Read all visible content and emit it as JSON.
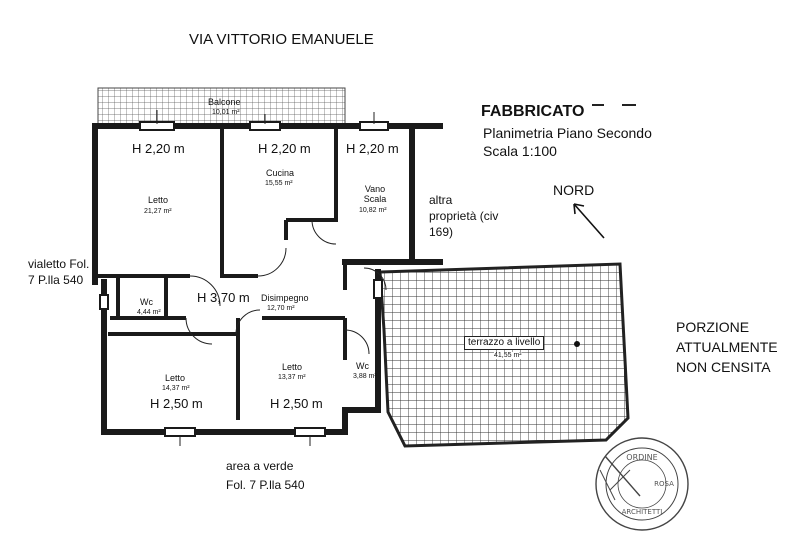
{
  "street_name": "VIA VITTORIO EMANUELE",
  "title": "FABBRICATO",
  "subtitle": "Planimetria Piano Secondo",
  "scale": "Scala 1:100",
  "north_label": "NORD",
  "adjacent_property": "altra proprietà (civ 169)",
  "west_path": "vialetto Fol. 7 P.lla 540",
  "green_area": "area a verde",
  "green_area_parcel": "Fol. 7 P.lla 540",
  "uncensused_portion": "PORZIONE ATTUALMENTE NON CENSITA",
  "rooms": {
    "balcone": {
      "name": "Balcone",
      "area": "10,01 m²"
    },
    "letto_1": {
      "name": "Letto",
      "area": "21,27 m²",
      "height": "H 2,20 m"
    },
    "cucina": {
      "name": "Cucina",
      "area": "15,55 m²",
      "height": "H 2,20 m"
    },
    "vano_scala": {
      "name": "Vano Scala",
      "area": "10,82 m²",
      "height": "H 2,20 m"
    },
    "wc_1": {
      "name": "Wc",
      "area": "4,44 m²"
    },
    "disimpegno": {
      "name": "Disimpegno",
      "area": "12,70 m²",
      "height": "H 3,70 m"
    },
    "letto_2": {
      "name": "Letto",
      "area": "14,37 m²",
      "height": "H 2,50 m"
    },
    "letto_3": {
      "name": "Letto",
      "area": "13,37 m²",
      "height": "H 2,50 m"
    },
    "wc_2": {
      "name": "Wc",
      "area": "3,88 m²"
    },
    "terrazzo": {
      "name": "terrazzo a livello",
      "area": "41,55 m²"
    }
  },
  "colors": {
    "wall": "#1a1a1a",
    "ink": "#111111"
  }
}
